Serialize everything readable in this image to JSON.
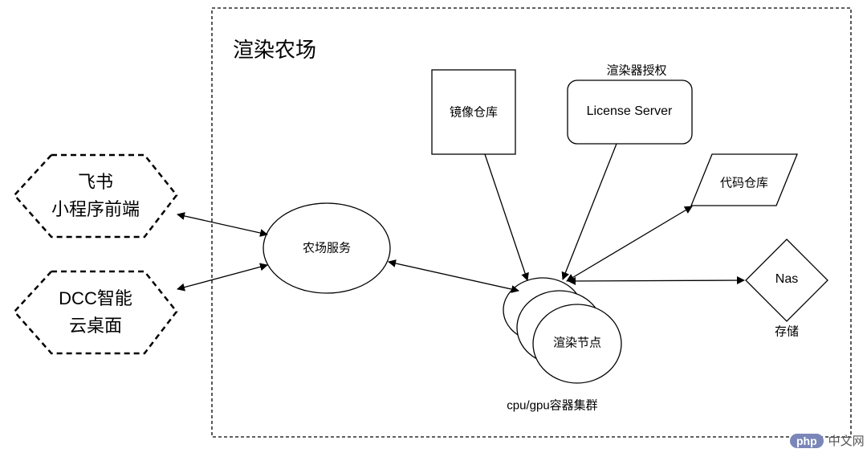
{
  "farm": {
    "title": "渲染农场"
  },
  "clients": {
    "feishu": {
      "line1": "飞书",
      "line2": "小程序前端"
    },
    "dcc": {
      "line1": "DCC智能",
      "line2": "云桌面"
    }
  },
  "services": {
    "farm_service": "农场服务",
    "image_repo": "镜像仓库",
    "license_caption": "渲染器授权",
    "license_server": "License Server",
    "code_repo": "代码仓库",
    "nas": "Nas",
    "nas_caption": "存储",
    "render_node": "渲染节点",
    "cluster_caption": "cpu/gpu容器集群"
  },
  "watermark": {
    "logo": "php",
    "text": "中文网"
  }
}
